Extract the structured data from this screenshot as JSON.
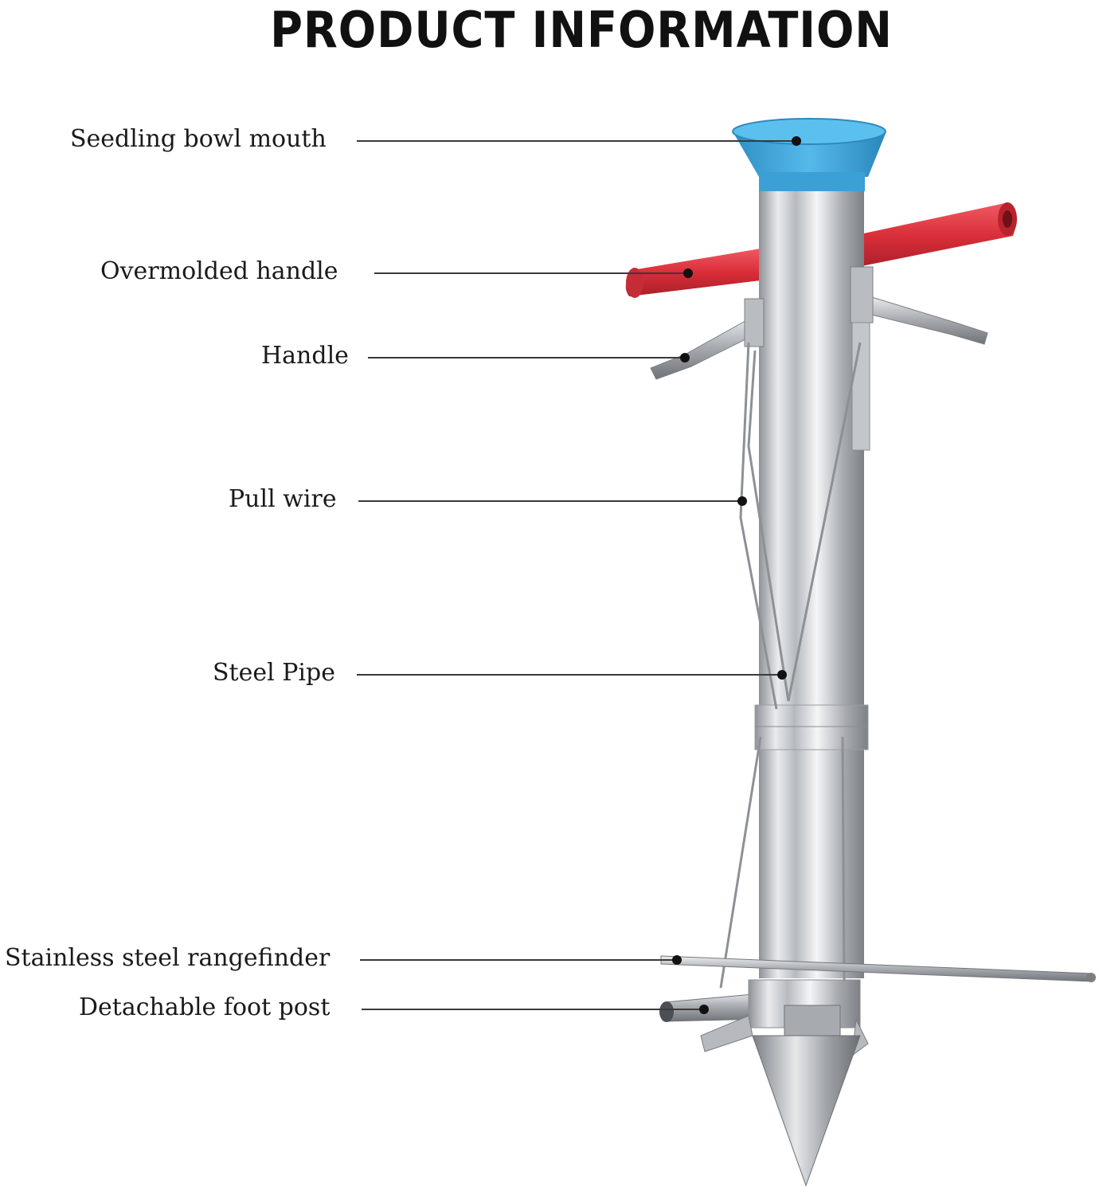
{
  "title": "PRODUCT INFORMATION",
  "callouts": [
    {
      "id": "seedling-bowl-mouth",
      "label": "Seedling bowl mouth"
    },
    {
      "id": "overmolded-handle",
      "label": "Overmolded handle"
    },
    {
      "id": "handle",
      "label": "Handle"
    },
    {
      "id": "pull-wire",
      "label": "Pull wire"
    },
    {
      "id": "steel-pipe",
      "label": "Steel Pipe"
    },
    {
      "id": "stainless-steel-rangefinder",
      "label": "Stainless steel rangefinder"
    },
    {
      "id": "detachable-foot-post",
      "label": "Detachable foot post"
    }
  ],
  "colors": {
    "bowl": "#3aa7dd",
    "grip": "#e0353f",
    "steel": "#c9ccd0"
  }
}
